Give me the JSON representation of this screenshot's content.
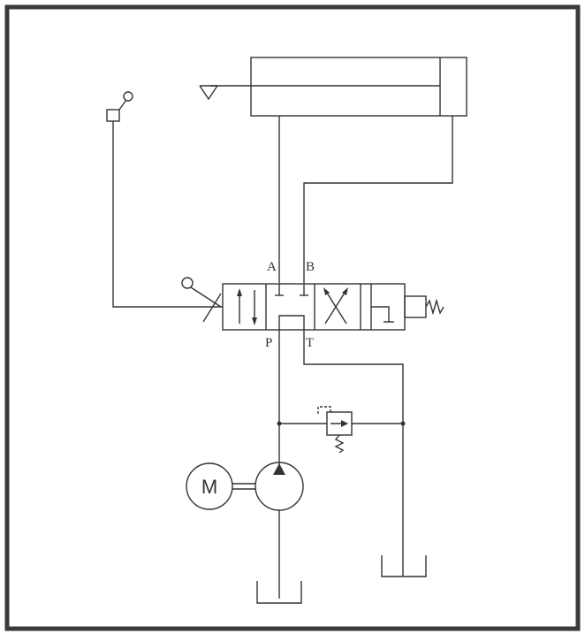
{
  "diagram": {
    "ports": {
      "a": "A",
      "b": "B",
      "p": "P",
      "t": "T"
    },
    "motor_label": "M",
    "line_color": "#333333",
    "border_color": "#3a3a3a"
  }
}
